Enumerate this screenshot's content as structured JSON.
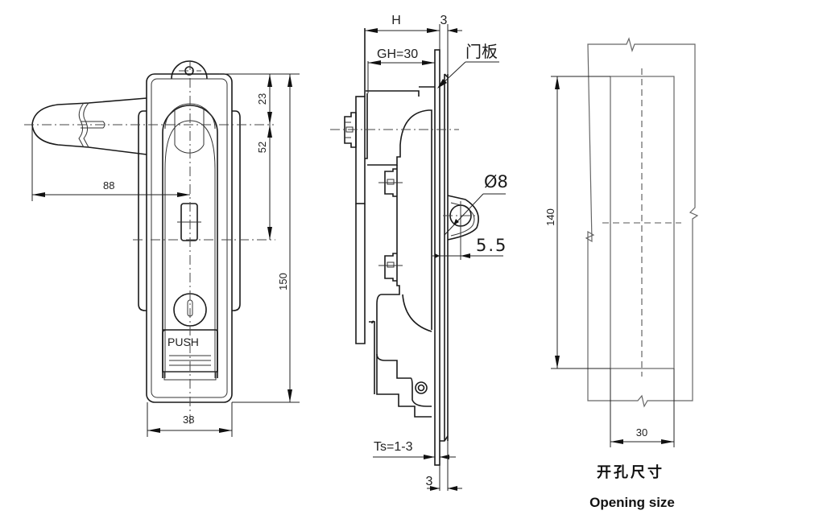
{
  "left_view": {
    "handle_length": "88",
    "width": "38",
    "top_to_pivot": "23",
    "pivot_to_slot": "52",
    "total_height": "150",
    "push_label": "PUSH"
  },
  "side_view": {
    "h_label": "H",
    "plate_thickness": "3",
    "gh_label": "GH=30",
    "door_panel_label": "门板",
    "hole_diameter": "Ø8",
    "hole_offset": "5.5",
    "ts_label": "Ts=1-3",
    "bottom_thickness": "3"
  },
  "cutout_view": {
    "height": "140",
    "width": "30",
    "title_cn": "开孔尺寸",
    "title_en": "Opening size"
  }
}
